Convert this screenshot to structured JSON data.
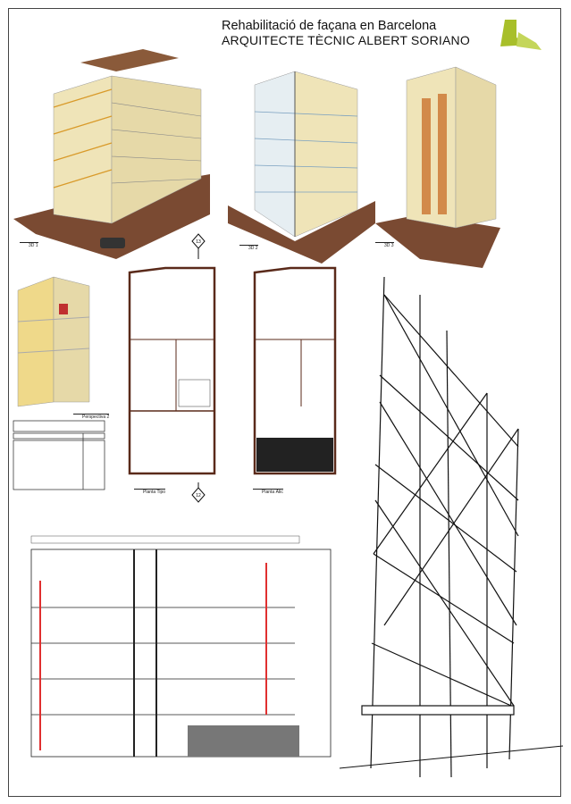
{
  "title": {
    "line1": "Rehabilitació de façana en Barcelona",
    "line2": "ARQUITECTE TÈCNIC ALBERT SORIANO"
  },
  "logo": {
    "color": "#a8bf2a"
  },
  "views": {
    "view1": "3D 1",
    "view2": "3D 2",
    "view3": "3D 3",
    "perspective": "Perspectiva 2",
    "plan_typical": "Planta Tipo",
    "plan_attic": "Planta Àtic",
    "grid_marker_a": "13",
    "grid_marker_b": "12"
  },
  "colors": {
    "brick": "#7a4a32",
    "facade": "#efe4b8",
    "scaffold": "#d99a2a",
    "section_red": "#e03030"
  }
}
